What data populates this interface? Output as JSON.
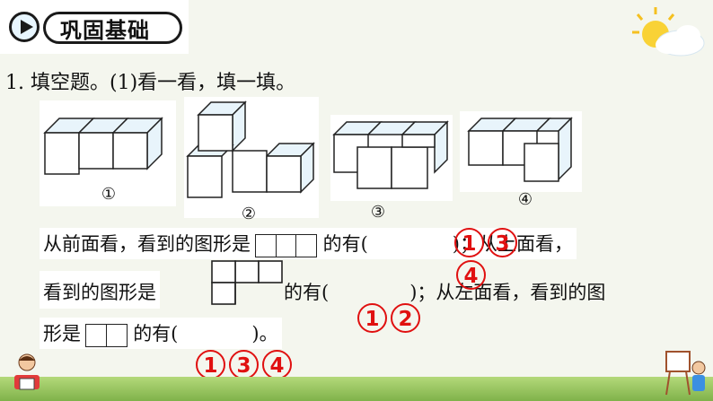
{
  "header": {
    "title": "巩固基础",
    "icon": "play-icon"
  },
  "question": {
    "number": "1.",
    "text": "填空题。(1)看一看，填一填。"
  },
  "figures": [
    {
      "label": "①"
    },
    {
      "label": "②"
    },
    {
      "label": "③"
    },
    {
      "label": "④"
    }
  ],
  "lines": {
    "line1_a": "从前面看，看到的图形是",
    "line1_b": "的有(",
    "line1_c": ")；从上面看，",
    "line2_a": "看到的图形是",
    "line2_b": "的有(",
    "line2_c": ")；从左面看，看到的图",
    "line3_a": "形是",
    "line3_b": "的有(",
    "line3_c": ")。"
  },
  "answers": {
    "front": [
      "1",
      "3"
    ],
    "front_extra": [
      "4"
    ],
    "top": [
      "1",
      "2"
    ],
    "left": [
      "1",
      "3",
      "4"
    ]
  },
  "colors": {
    "answer": "#e01010",
    "cube_face": "#e8f4fb"
  }
}
